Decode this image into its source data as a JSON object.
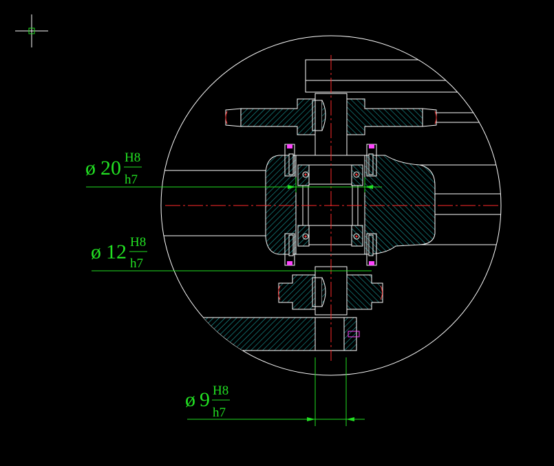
{
  "colors": {
    "background": "#000000",
    "outline": "#ffffff",
    "hatch": "#1aa3a3",
    "centerline": "#ff2a2a",
    "dimension": "#22e022",
    "bolt_head": "#ff44ff"
  },
  "dimensions": [
    {
      "symbol": "ø",
      "value": "20",
      "upper": "H8",
      "lower": "h7"
    },
    {
      "symbol": "ø",
      "value": "12",
      "upper": "H8",
      "lower": "h7"
    },
    {
      "symbol": "ø",
      "value": "9",
      "upper": "H8",
      "lower": "h7"
    }
  ],
  "cursor": {
    "icon": "crosshair-cursor-icon"
  }
}
